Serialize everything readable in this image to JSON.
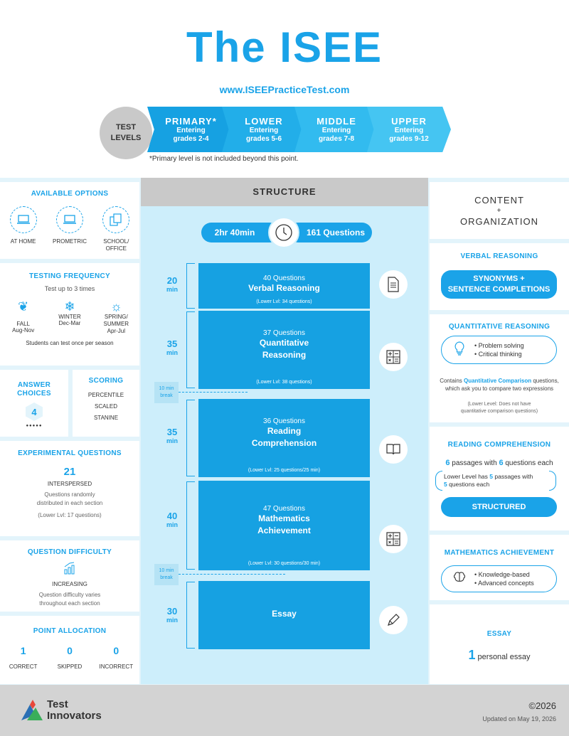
{
  "header": {
    "title": "The ISEE",
    "site": "www.ISEEPracticeTest.com",
    "levels_label_1": "TEST",
    "levels_label_2": "LEVELS",
    "levels": [
      {
        "name": "PRIMARY*",
        "line1": "Entering",
        "line2": "grades 2-4",
        "color": "#16a1e2"
      },
      {
        "name": "LOWER",
        "line1": "Entering",
        "line2": "grades 5-6",
        "color": "#22aee9"
      },
      {
        "name": "MIDDLE",
        "line1": "Entering",
        "line2": "grades 7-8",
        "color": "#32bbef"
      },
      {
        "name": "UPPER",
        "line1": "Entering",
        "line2": "grades 9-12",
        "color": "#45c5f2"
      }
    ],
    "note": "*Primary level is not included beyond this point."
  },
  "left": {
    "options": {
      "title": "AVAILABLE OPTIONS",
      "items": [
        {
          "label": "AT HOME",
          "icon": "laptop-icon"
        },
        {
          "label": "PROMETRIC",
          "icon": "laptop-icon"
        },
        {
          "label": "SCHOOL/ OFFICE",
          "icon": "documents-icon"
        }
      ]
    },
    "frequency": {
      "title": "TESTING FREQUENCY",
      "sub": "Test up to 3 times",
      "seasons": [
        {
          "name": "FALL",
          "months": "Aug-Nov",
          "icon": "leaf-icon"
        },
        {
          "name": "WINTER",
          "months": "Dec-Mar",
          "icon": "snowflake-icon"
        },
        {
          "name": "SPRING/ SUMMER",
          "months": "Apr-Jul",
          "icon": "sun-icon"
        }
      ],
      "footer": "Students can test once per season"
    },
    "answer": {
      "title_1": "ANSWER",
      "title_2": "CHOICES",
      "value": "4",
      "dots": "●●●●●"
    },
    "scoring": {
      "title": "SCORING",
      "items": [
        "PERCENTILE",
        "SCALED",
        "STANINE"
      ]
    },
    "experimental": {
      "title": "EXPERIMENTAL QUESTIONS",
      "value": "21",
      "label": "INTERSPERSED",
      "desc_1": "Questions randomly",
      "desc_2": "distributed in each section",
      "lower": "(Lower Lvl: 17 questions)"
    },
    "difficulty": {
      "title": "QUESTION DIFFICULTY",
      "label": "INCREASING",
      "desc_1": "Question difficulty varies",
      "desc_2": "throughout each section"
    },
    "points": {
      "title": "POINT ALLOCATION",
      "items": [
        {
          "value": "1",
          "label": "CORRECT"
        },
        {
          "value": "0",
          "label": "SKIPPED"
        },
        {
          "value": "0",
          "label": "INCORRECT"
        }
      ]
    }
  },
  "structure": {
    "title": "STRUCTURE",
    "time": "2hr 40min",
    "questions": "161 Questions",
    "min_unit": "min",
    "break_1": "10 min",
    "break_2": "break",
    "sections": [
      {
        "minutes": "20",
        "questions": "40 Questions",
        "name": "Verbal Reasoning",
        "name2": "",
        "lower": "(Lower Lvl: 34 questions)",
        "icon": "document-icon"
      },
      {
        "minutes": "35",
        "questions": "37 Questions",
        "name": "Quantitative",
        "name2": "Reasoning",
        "lower": "(Lower Lvl: 38 questions)",
        "icon": "calculator-icon"
      },
      {
        "minutes": "35",
        "questions": "36 Questions",
        "name": "Reading",
        "name2": "Comprehension",
        "lower": "(Lower Lvl: 25 questions/25 min)",
        "icon": "book-icon"
      },
      {
        "minutes": "40",
        "questions": "47 Questions",
        "name": "Mathematics",
        "name2": "Achievement",
        "lower": "(Lower Lvl: 30 questions/30 min)",
        "icon": "calculator-icon"
      },
      {
        "minutes": "30",
        "questions": "",
        "name": "Essay",
        "name2": "",
        "lower": "",
        "icon": "pencil-icon"
      }
    ]
  },
  "right": {
    "title_1": "CONTENT",
    "title_plus": "+",
    "title_2": "ORGANIZATION",
    "verbal": {
      "title": "VERBAL REASONING",
      "btn_1": "SYNONYMS +",
      "btn_2": "SENTENCE COMPLETIONS"
    },
    "quant": {
      "title": "QUANTITATIVE REASONING",
      "bullets": [
        "• Problem solving",
        "• Critical thinking"
      ],
      "desc_a": "Contains ",
      "desc_hl": "Quantitative Comparison",
      "desc_b": " questions,",
      "desc_2": "which ask you to compare two expressions",
      "lower_1": "(Lower Level: Does not have",
      "lower_2": "quantitative comparison questions)"
    },
    "reading": {
      "title": "READING COMPREHENSION",
      "n1": "6",
      "t1": " passages with ",
      "n2": "6",
      "t2": " questions each",
      "lower_a": "Lower Level has ",
      "lower_n1": "5",
      "lower_b": " passages with",
      "lower_n2": "5",
      "lower_c": " questions each",
      "btn": "STRUCTURED"
    },
    "math": {
      "title": "MATHEMATICS ACHIEVEMENT",
      "bullets": [
        "• Knowledge-based",
        "• Advanced concepts"
      ]
    },
    "essay": {
      "title": "ESSAY",
      "n": "1",
      "text": " personal essay"
    }
  },
  "footer": {
    "brand_1": "Test",
    "brand_2": "Innovators",
    "copyright": "©2026",
    "updated": "Updated on May 19, 2026"
  }
}
